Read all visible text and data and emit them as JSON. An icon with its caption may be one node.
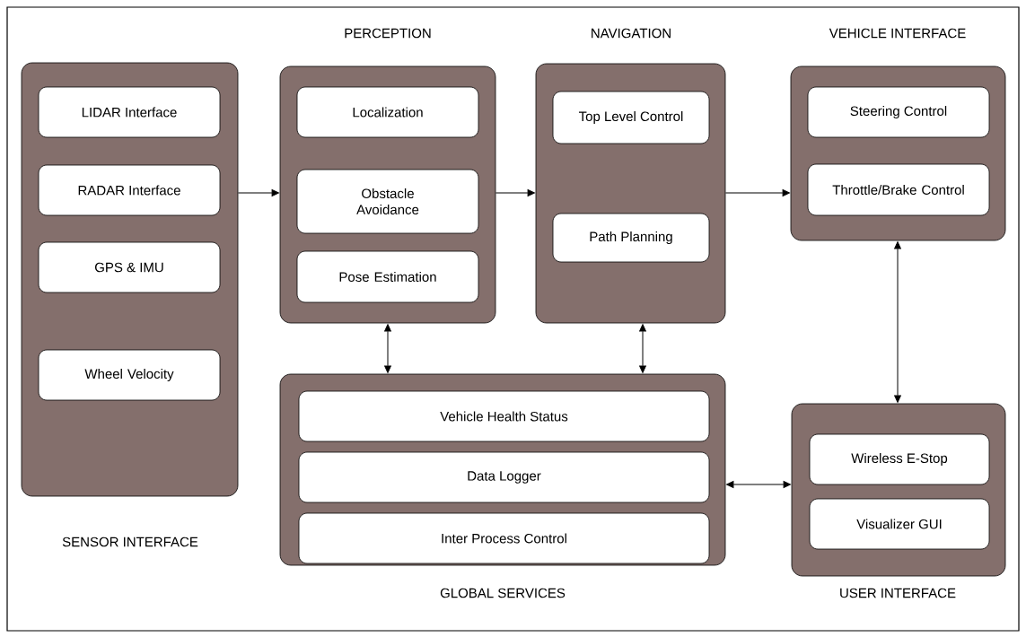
{
  "diagram": {
    "nodes": [
      {
        "text": [
          "SENSOR INTERFACE"
        ]
      },
      {
        "text": [
          "LIDAR Interface"
        ],
        "in": 0
      },
      {
        "text": [
          "RADAR Interface"
        ],
        "in": 0
      },
      {
        "text": [
          "GPS & IMU"
        ],
        "in": 0
      },
      {
        "text": [
          "Wheel Velocity"
        ],
        "in": 0
      },
      {
        "text": [
          "PERCEPTION"
        ]
      },
      {
        "text": [
          "Localization"
        ],
        "in": 5
      },
      {
        "text": [
          "Obstacle Avoidance"
        ],
        "in": 5
      },
      {
        "text": [
          "Pose Estimation"
        ],
        "in": 5
      },
      {
        "text": [
          "NAVIGATION"
        ]
      },
      {
        "text": [
          "Top Level Control"
        ],
        "in": 9
      },
      {
        "text": [
          "Path Planning"
        ],
        "in": 9
      },
      {
        "text": [
          "VEHICLE INTERFACE"
        ]
      },
      {
        "text": [
          "Steering Control"
        ],
        "in": 12
      },
      {
        "text": [
          "Throttle/Brake Control"
        ],
        "in": 12
      },
      {
        "text": [
          "GLOBAL SERVICES"
        ]
      },
      {
        "text": [
          "Vehicle Health Status"
        ],
        "in": 15
      },
      {
        "text": [
          "Data Logger"
        ],
        "in": 15
      },
      {
        "text": [
          "Inter Process Control"
        ],
        "in": 15
      },
      {
        "text": [
          "USER INTERFACE"
        ]
      },
      {
        "text": [
          "Wireless E-Stop"
        ],
        "in": 19
      },
      {
        "text": [
          "Visualizer GUI"
        ],
        "in": 19
      }
    ],
    "edges": [
      {
        "from": 0,
        "to": 5,
        "arrow": "to"
      },
      {
        "from": 5,
        "to": 9,
        "arrow": "to"
      },
      {
        "from": 9,
        "to": 12,
        "arrow": "to"
      },
      {
        "from": 5,
        "to": 15,
        "arrow": "both"
      },
      {
        "from": 9,
        "to": 15,
        "arrow": "both"
      },
      {
        "from": 12,
        "to": 19,
        "arrow": "both"
      },
      {
        "from": 15,
        "to": 19,
        "arrow": "both"
      }
    ]
  }
}
